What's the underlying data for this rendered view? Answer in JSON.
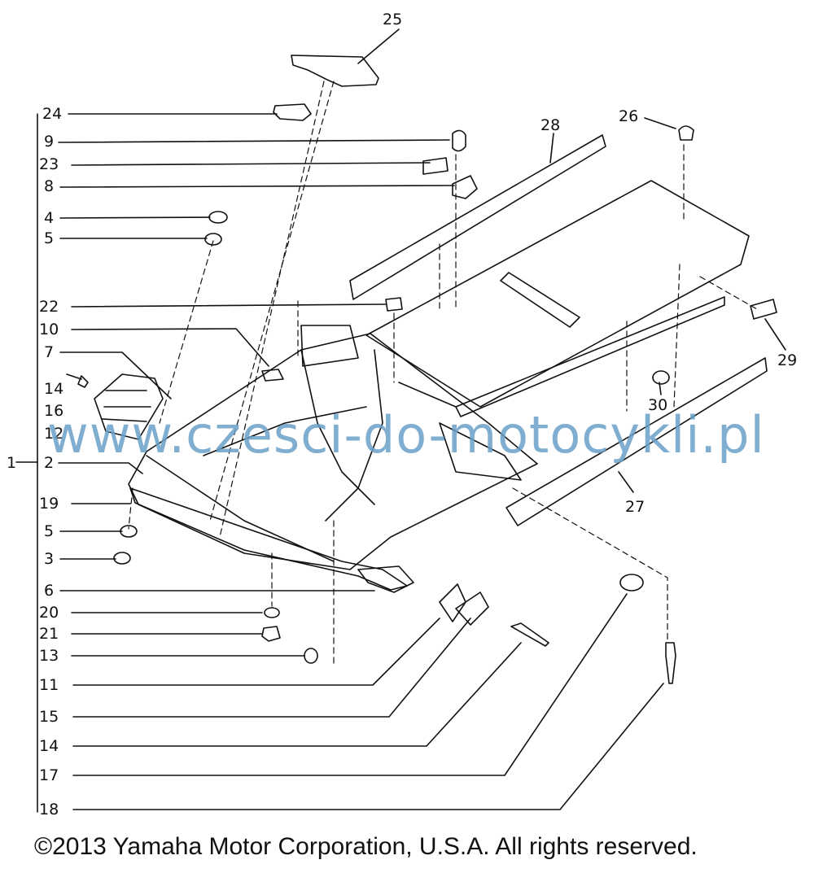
{
  "callouts": {
    "c1": "1",
    "c2": "2",
    "c3": "3",
    "c4": "4",
    "c5a": "5",
    "c5b": "5",
    "c6": "6",
    "c7": "7",
    "c8": "8",
    "c9": "9",
    "c10": "10",
    "c11": "11",
    "c12": "12",
    "c13": "13",
    "c14a": "14",
    "c14b": "14",
    "c15": "15",
    "c16": "16",
    "c17": "17",
    "c18": "18",
    "c19": "19",
    "c20": "20",
    "c21": "21",
    "c22": "22",
    "c23": "23",
    "c24": "24",
    "c25": "25",
    "c26": "26",
    "c27": "27",
    "c28": "28",
    "c29": "29",
    "c30": "30"
  },
  "watermark": "www.czesci-do-motocykli.pl",
  "copyright": "©2013 Yamaha Motor Corporation, U.S.A. All rights reserved.",
  "colors": {
    "ink": "#111111",
    "watermark": "#6aa0c8",
    "background": "#ffffff"
  }
}
